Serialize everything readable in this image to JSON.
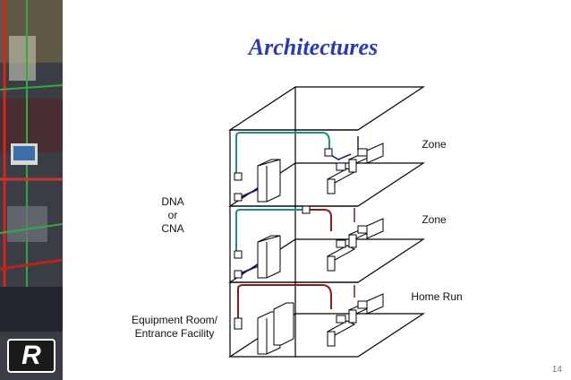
{
  "title": "Architectures",
  "labels": {
    "zone_top": "Zone",
    "zone_middle": "Zone",
    "home_run": "Home Run",
    "dna_line1": "DNA",
    "dna_line2": "or",
    "dna_line3": "CNA",
    "equip_line1": "Equipment Room/",
    "equip_line2": "Entrance Facility"
  },
  "logo_text": "R",
  "page_number": "14",
  "colors": {
    "title": "#2a3ab0",
    "zone_cable": "#1f8a8a",
    "homerun_cable": "#8b1a1a",
    "drop_cable": "#1a1a7a"
  }
}
